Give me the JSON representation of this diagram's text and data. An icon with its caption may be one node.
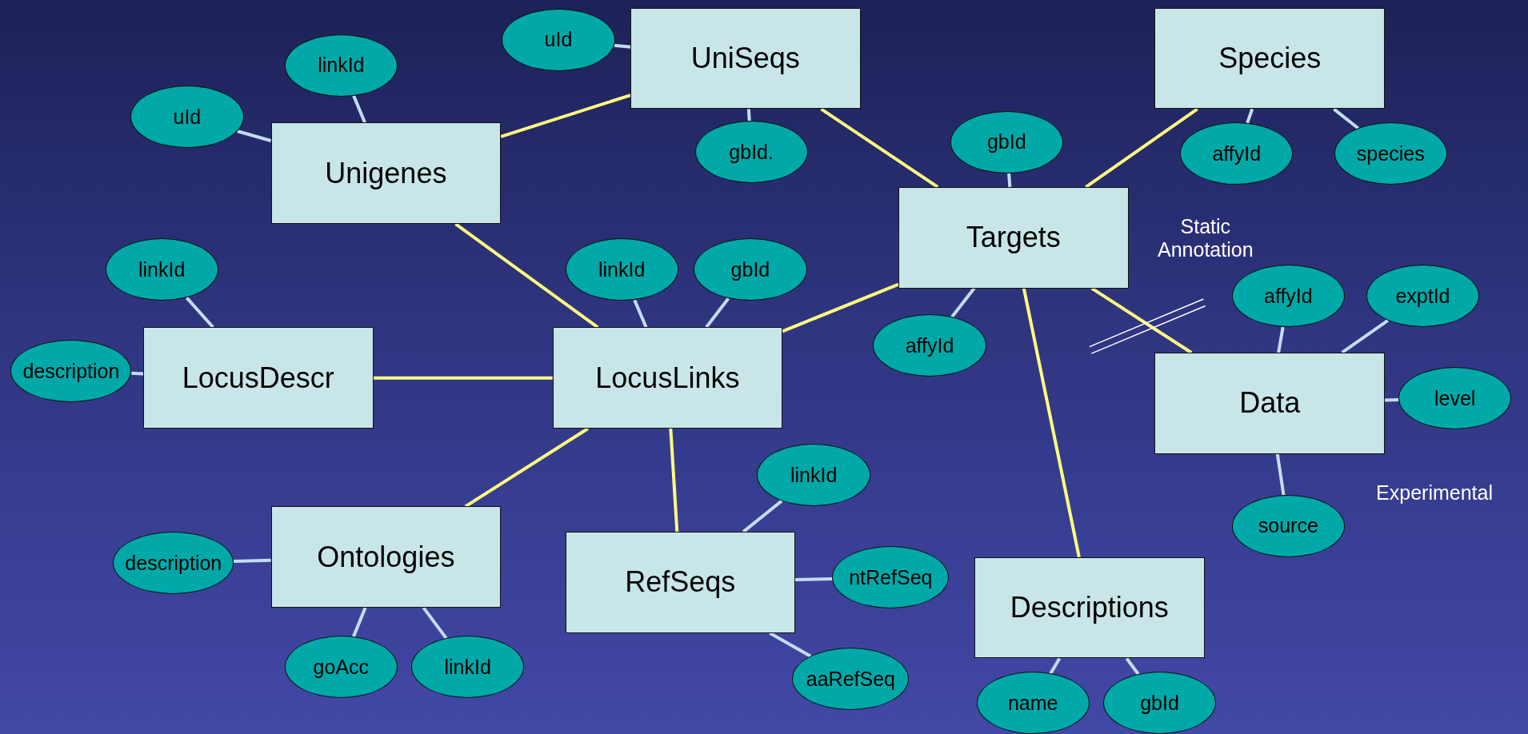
{
  "diagram": {
    "nodes": [
      {
        "text": [
          "uId"
        ]
      },
      {
        "text": [
          "UniSeqs"
        ]
      },
      {
        "text": [
          "Species"
        ]
      },
      {
        "text": [
          "linkId"
        ]
      },
      {
        "text": [
          "uId"
        ]
      },
      {
        "text": [
          "gbId."
        ]
      },
      {
        "text": [
          "gbId"
        ]
      },
      {
        "text": [
          "affyId"
        ]
      },
      {
        "text": [
          "species"
        ]
      },
      {
        "text": [
          "Unigenes"
        ]
      },
      {
        "text": [
          "Targets"
        ]
      },
      {
        "text": [
          "linkId"
        ]
      },
      {
        "text": [
          "linkId"
        ]
      },
      {
        "text": [
          "gbId"
        ]
      },
      {
        "text": [
          "affyId"
        ]
      },
      {
        "text": [
          "exptId"
        ]
      },
      {
        "text": [
          "description"
        ]
      },
      {
        "text": [
          "LocusDescr"
        ]
      },
      {
        "text": [
          "LocusLinks"
        ]
      },
      {
        "text": [
          "affyId"
        ]
      },
      {
        "text": [
          "Data"
        ]
      },
      {
        "text": [
          "level"
        ]
      },
      {
        "text": [
          "linkId"
        ]
      },
      {
        "text": [
          "source"
        ]
      },
      {
        "text": [
          "description"
        ]
      },
      {
        "text": [
          "Ontologies"
        ]
      },
      {
        "text": [
          "RefSeqs"
        ]
      },
      {
        "text": [
          "ntRefSeq"
        ]
      },
      {
        "text": [
          "Descriptions"
        ]
      },
      {
        "text": [
          "goAcc"
        ]
      },
      {
        "text": [
          "linkId"
        ]
      },
      {
        "text": [
          "aaRefSeq"
        ]
      },
      {
        "text": [
          "name"
        ]
      },
      {
        "text": [
          "gbId"
        ]
      }
    ],
    "edges": [
      {
        "from": 0,
        "to": 1,
        "arrow": "none"
      },
      {
        "from": 1,
        "to": 5,
        "arrow": "none"
      },
      {
        "from": 3,
        "to": 9,
        "arrow": "none"
      },
      {
        "from": 4,
        "to": 9,
        "arrow": "none"
      },
      {
        "from": 6,
        "to": 10,
        "arrow": "none"
      },
      {
        "from": 2,
        "to": 7,
        "arrow": "none"
      },
      {
        "from": 2,
        "to": 8,
        "arrow": "none"
      },
      {
        "from": 10,
        "to": 19,
        "arrow": "none"
      },
      {
        "from": 11,
        "to": 17,
        "arrow": "none"
      },
      {
        "from": 16,
        "to": 17,
        "arrow": "none"
      },
      {
        "from": 12,
        "to": 18,
        "arrow": "none"
      },
      {
        "from": 13,
        "to": 18,
        "arrow": "none"
      },
      {
        "from": 14,
        "to": 20,
        "arrow": "none"
      },
      {
        "from": 15,
        "to": 20,
        "arrow": "none"
      },
      {
        "from": 20,
        "to": 21,
        "arrow": "none"
      },
      {
        "from": 20,
        "to": 23,
        "arrow": "none"
      },
      {
        "from": 22,
        "to": 26,
        "arrow": "none"
      },
      {
        "from": 26,
        "to": 27,
        "arrow": "none"
      },
      {
        "from": 26,
        "to": 31,
        "arrow": "none"
      },
      {
        "from": 24,
        "to": 25,
        "arrow": "none"
      },
      {
        "from": 25,
        "to": 29,
        "arrow": "none"
      },
      {
        "from": 25,
        "to": 30,
        "arrow": "none"
      },
      {
        "from": 28,
        "to": 32,
        "arrow": "none"
      },
      {
        "from": 28,
        "to": 33,
        "arrow": "none"
      },
      {
        "from": 9,
        "to": 1,
        "arrow": "none",
        "color": "#ffff80"
      },
      {
        "from": 1,
        "to": 10,
        "arrow": "none",
        "color": "#ffff80"
      },
      {
        "from": 2,
        "to": 10,
        "arrow": "none",
        "color": "#ffff80"
      },
      {
        "from": 9,
        "to": 18,
        "arrow": "none",
        "color": "#ffff80"
      },
      {
        "from": 17,
        "to": 18,
        "arrow": "none",
        "color": "#ffff80"
      },
      {
        "from": 18,
        "to": 10,
        "arrow": "none",
        "color": "#ffff80"
      },
      {
        "from": 18,
        "to": 25,
        "arrow": "none",
        "color": "#ffff80"
      },
      {
        "from": 18,
        "to": 26,
        "arrow": "none",
        "color": "#ffff80"
      },
      {
        "from": 10,
        "to": 20,
        "arrow": "none",
        "color": "#ffff80"
      },
      {
        "from": 10,
        "to": 28,
        "arrow": "none",
        "color": "#ffff80"
      }
    ],
    "labels": [
      "Static Annotation",
      "Experimental"
    ]
  }
}
